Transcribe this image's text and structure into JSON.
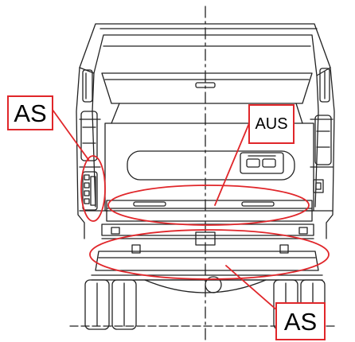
{
  "colors": {
    "annotation_red": "#e0262a",
    "line_art": "#222222",
    "background": "#ffffff"
  },
  "callouts": {
    "as_left": "AS",
    "aus": "AUS",
    "as_bottom": "AS"
  }
}
